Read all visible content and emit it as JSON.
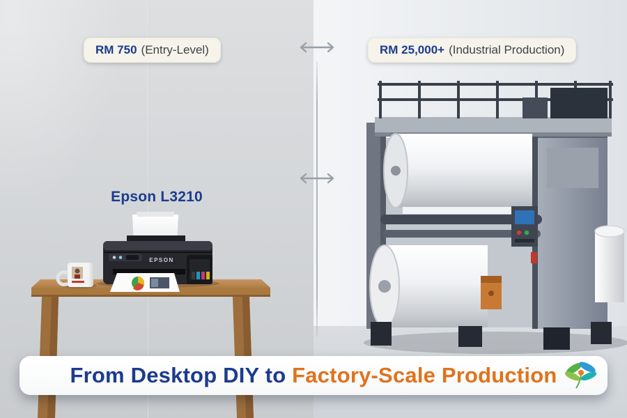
{
  "comparison": {
    "left": {
      "price": "RM 750",
      "price_label": "(Entry-Level)",
      "product_name": "Epson L3210",
      "printer_brand": "EPSON"
    },
    "right": {
      "price": "RM 25,000+",
      "price_label": "(Industrial Production)"
    }
  },
  "banner": {
    "text_start": "From Desktop DIY to ",
    "text_highlight": "Factory-Scale Production"
  },
  "icons": {
    "compare_arrow_top": "double-headed-arrow",
    "compare_arrow_middle": "double-headed-arrow",
    "brand_logo": "leaf-butterfly-logo"
  },
  "colors": {
    "navy": "#1c3b8d",
    "orange": "#e0731d",
    "pill_bg": "#f6f3ea",
    "arrow_gray": "#98a0a8",
    "wood": "#a9793f",
    "printer_black": "#26282e"
  }
}
